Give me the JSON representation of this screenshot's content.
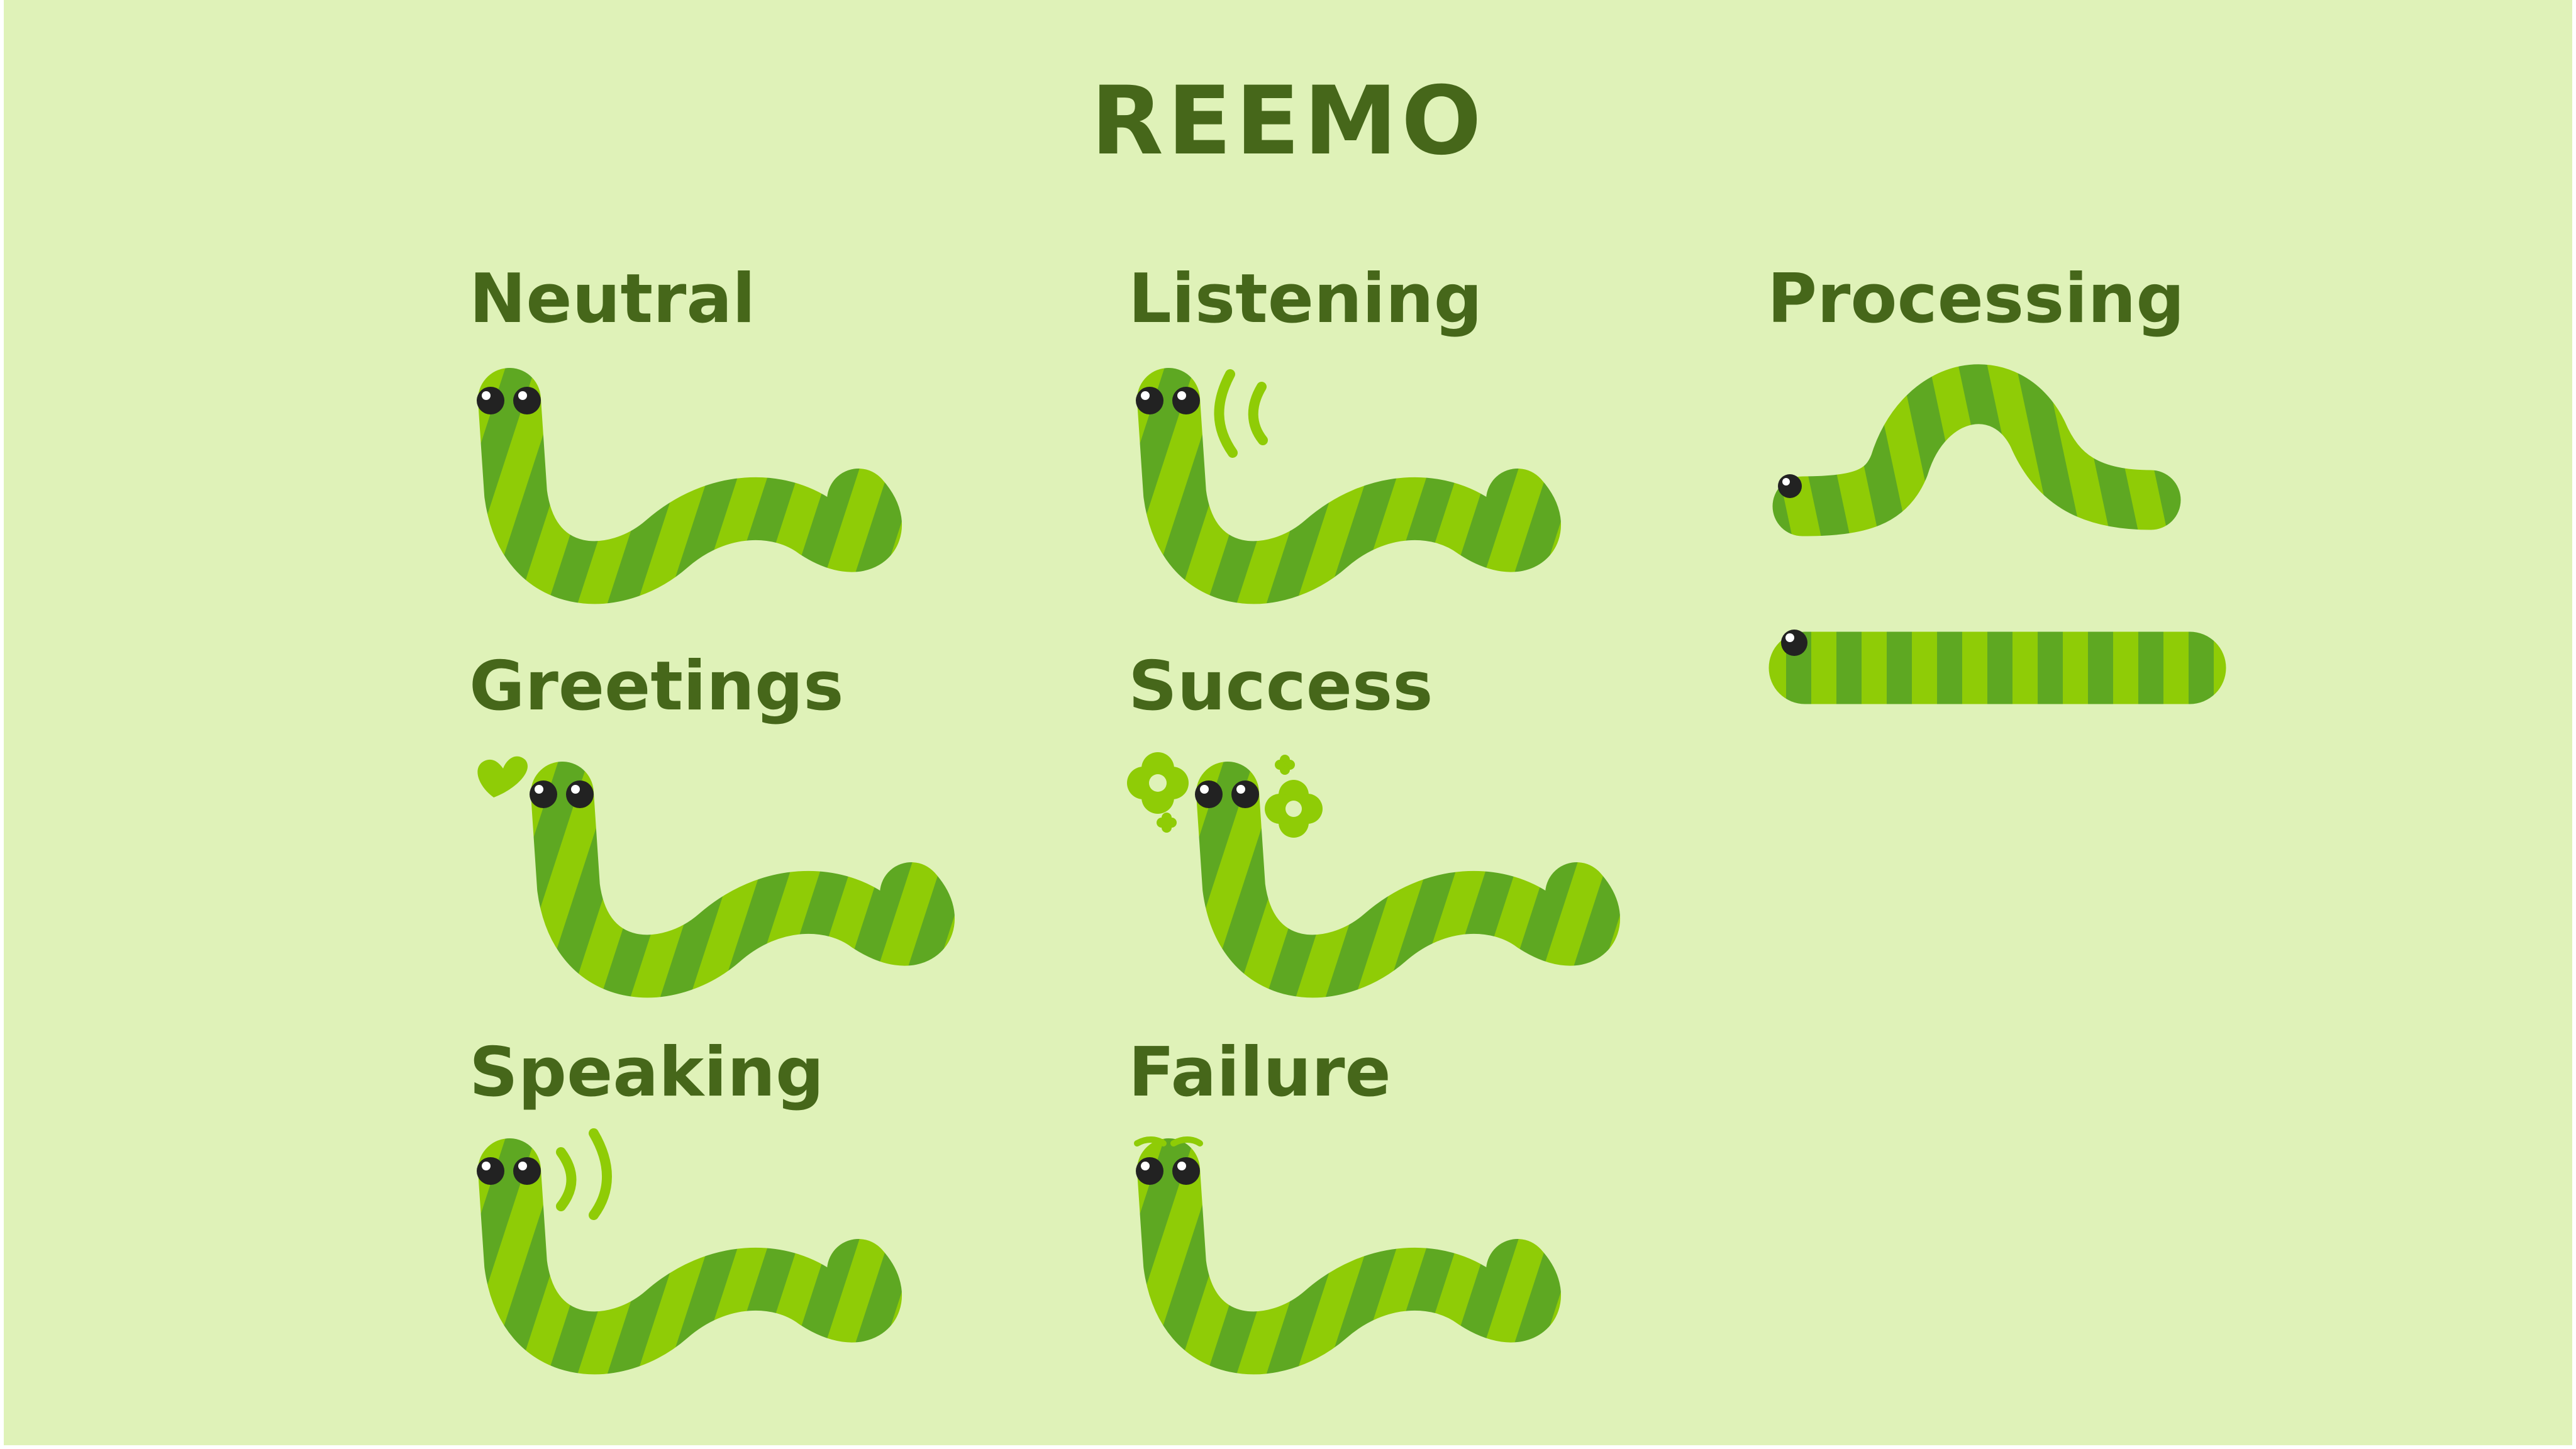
{
  "title": "REEMO",
  "states": {
    "neutral": "Neutral",
    "listening": "Listening",
    "processing": "Processing",
    "greetings": "Greetings",
    "success": "Success",
    "speaking": "Speaking",
    "failure": "Failure"
  },
  "colors": {
    "background": "#dff2b8",
    "text": "#46671a",
    "worm_dark": "#5ea822",
    "worm_light": "#8fcc06",
    "eye": "#222222",
    "accent": "#8fcc06"
  }
}
